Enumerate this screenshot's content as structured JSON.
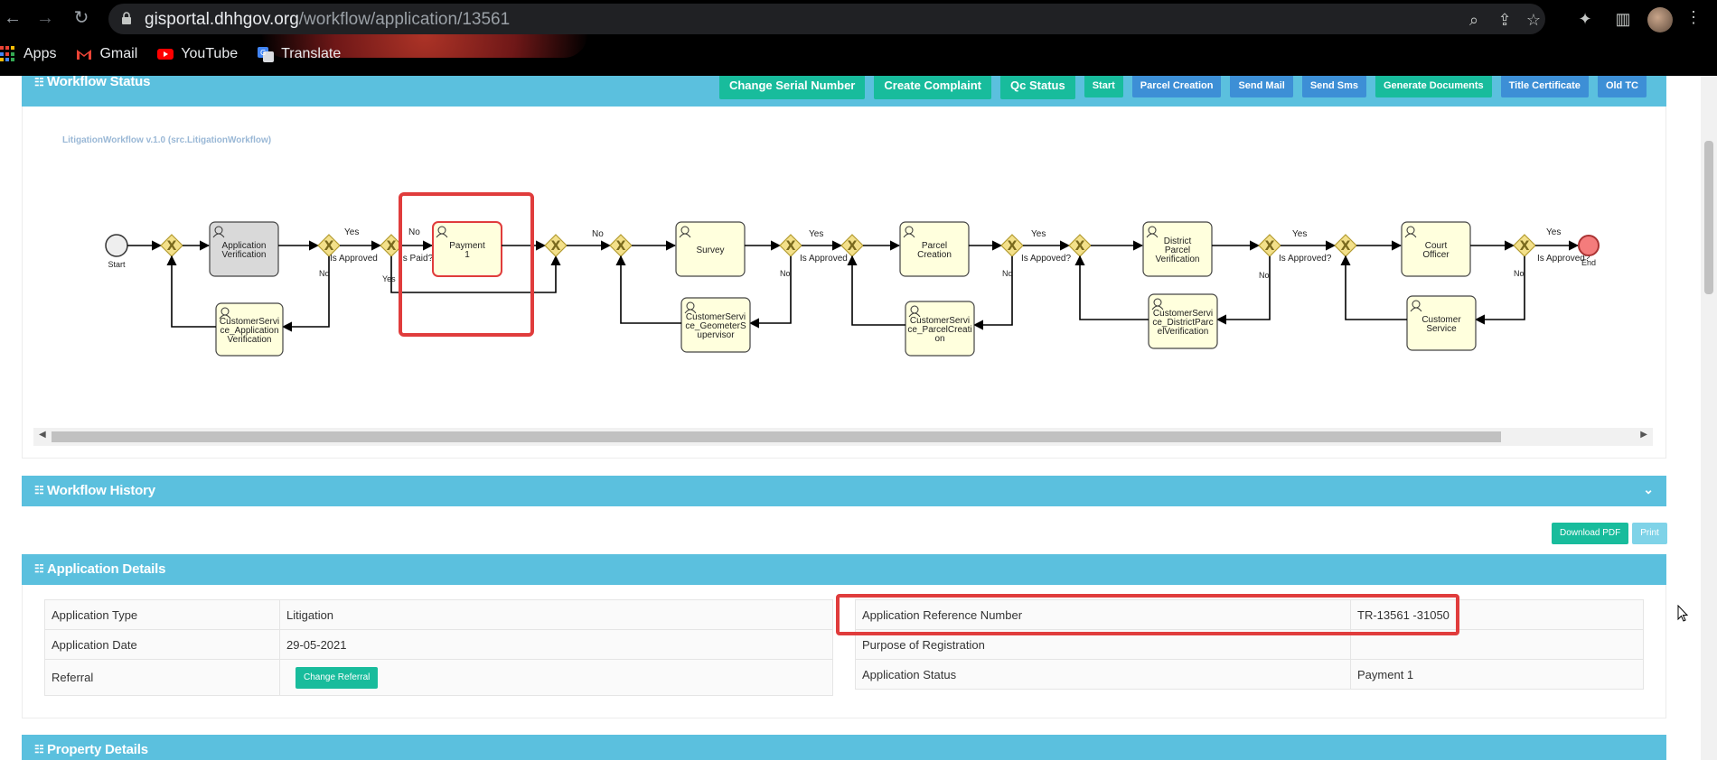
{
  "browser": {
    "url_host": "gisportal.dhhgov.org",
    "url_path": "/workflow/application/13561",
    "bookmarks": [
      {
        "label": "Apps"
      },
      {
        "label": "Gmail"
      },
      {
        "label": "YouTube"
      },
      {
        "label": "Translate"
      }
    ],
    "colors": {
      "gmail_red": "#ea4335",
      "youtube_red": "#ff0000",
      "translate_blue": "#4285f4"
    }
  },
  "workflow_status": {
    "title": "Workflow Status",
    "buttons": [
      {
        "label": "Change Serial Number",
        "color": "green",
        "size": "big"
      },
      {
        "label": "Create Complaint",
        "color": "green",
        "size": "big"
      },
      {
        "label": "Qc Status",
        "color": "green",
        "size": "big"
      },
      {
        "label": "Start",
        "color": "green",
        "size": "small"
      },
      {
        "label": "Parcel Creation",
        "color": "blue",
        "size": "small"
      },
      {
        "label": "Send Mail",
        "color": "blue",
        "size": "small"
      },
      {
        "label": "Send Sms",
        "color": "blue",
        "size": "small"
      },
      {
        "label": "Generate Documents",
        "color": "green",
        "size": "small"
      },
      {
        "label": "Title Certificate",
        "color": "blue",
        "size": "small"
      },
      {
        "label": "Old TC",
        "color": "blue",
        "size": "small"
      }
    ],
    "diagram_caption": "LitigationWorkflow v.1.0 (src.LitigationWorkflow)",
    "diagram": {
      "start_label": "Start",
      "end_label": "End",
      "tasks": {
        "app_verification": "Application Verification",
        "cs_app_verification": "CustomerServi ce_Application Verification",
        "payment": "Payment 1",
        "survey": "Survey",
        "cs_geometer": "CustomerServi ce_GeometerS upervisor",
        "parcel_creation": "Parcel Creation",
        "cs_parcel": "CustomerServi ce_ParcelCreati on",
        "district_parcel": "District Parcel Verification",
        "cs_district": "CustomerServi ce_DistrictParc elVerification",
        "court_officer": "Court Officer",
        "customer_service": "Customer Service"
      },
      "labels": {
        "yes": "Yes",
        "no": "No",
        "is_approved": "Is Approved?",
        "is_paid": "Is Paid?",
        "is_approved_short": "Is Approved",
        "is_appoved": "Is Appoved?"
      }
    }
  },
  "workflow_history": {
    "title": "Workflow History"
  },
  "actions": {
    "download_pdf": "Download PDF",
    "print": "Print"
  },
  "application_details": {
    "title": "Application Details",
    "left_rows": [
      {
        "label": "Application Type",
        "value": "Litigation"
      },
      {
        "label": "Application Date",
        "value": "29-05-2021"
      },
      {
        "label": "Referral",
        "button": "Change Referral"
      }
    ],
    "right_rows": [
      {
        "label": "Application Reference Number",
        "value": "TR-13561 -31050"
      },
      {
        "label": "Purpose of Registration",
        "value": ""
      },
      {
        "label": "Application Status",
        "value": "Payment 1"
      }
    ]
  },
  "property_details": {
    "title": "Property Details"
  },
  "theme": {
    "panel_header": "#5bc0de",
    "btn_green": "#18bc9c",
    "btn_blue": "#3d8fd6",
    "highlight": "#e03c3c",
    "task_fill": "#ffffdd",
    "gateway_fill": "#f3e08a"
  }
}
